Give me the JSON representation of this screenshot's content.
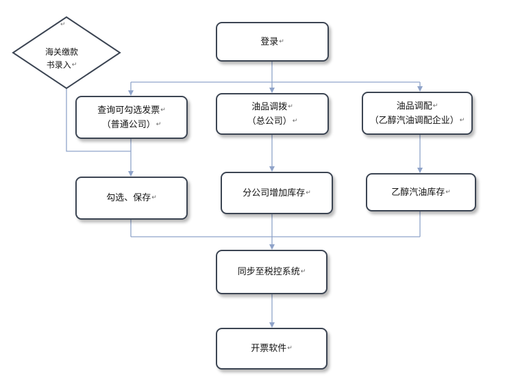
{
  "nodes": {
    "login": "登录",
    "customs_line1": "海关缴款",
    "customs_line2": "书录入",
    "query_line1": "查询可勾选发票",
    "query_line2": "（普通公司）",
    "oil_transfer_line1": "油品调拨",
    "oil_transfer_line2": "（总公司）",
    "oil_blend_line1": "油品调配",
    "oil_blend_line2": "（乙醇汽油调配企业）",
    "select_save": "勾选、保存",
    "branch_stock": "分公司增加库存",
    "ethanol_stock": "乙醇汽油库存",
    "sync": "同步至税控系统",
    "invoice_software": "开票软件"
  },
  "paragraph_mark": "↵",
  "colors": {
    "box_border": "#3b4452",
    "connector": "#8fa3c9"
  }
}
